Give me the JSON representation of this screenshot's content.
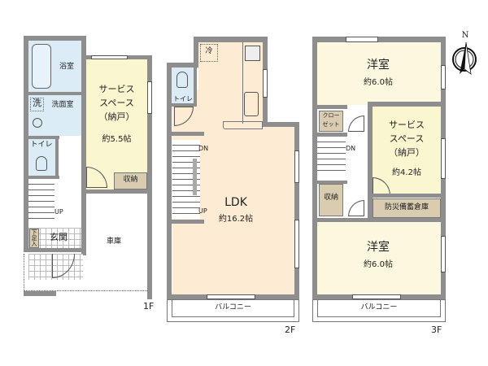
{
  "floors": {
    "f1": {
      "label": "1F",
      "rooms": {
        "bath": "浴室",
        "washroom": "洗面室",
        "washer": "洗",
        "toilet": "トイレ",
        "service_space_title": "サービス",
        "service_space_line2": "スペース",
        "service_space_line3": "（納戸）",
        "service_space_area": "約5.5帖",
        "storage": "収納",
        "entrance": "玄関",
        "shoe_box": "下足入",
        "garage": "車庫",
        "stairs_label": "UP"
      }
    },
    "f2": {
      "label": "2F",
      "rooms": {
        "toilet": "トイレ",
        "fridge": "冷",
        "ldk": "LDK",
        "ldk_area": "約16.2帖",
        "stairs_dn": "DN",
        "stairs_up": "UP",
        "balcony": "バルコニー"
      }
    },
    "f3": {
      "label": "3F",
      "rooms": {
        "western_room_top": "洋室",
        "western_room_top_area": "約6.0帖",
        "closet_line1": "クロー",
        "closet_line2": "ゼット",
        "service_space_title": "サービス",
        "service_space_line2": "スペース",
        "service_space_line3": "（納戸）",
        "service_space_area": "約4.2帖",
        "storage": "収納",
        "disaster_storage": "防災備蓄倉庫",
        "western_room_bottom": "洋室",
        "western_room_bottom_area": "約6.0帖",
        "stairs_dn": "DN",
        "balcony": "バルコニー"
      }
    }
  },
  "compass": {
    "north_label": "N"
  },
  "colors": {
    "wall": "#8e8e8e",
    "wet_area": "#dcecf7",
    "service_space": "#faf6cf",
    "ldk": "#fdebd3",
    "western_room": "#fcf8df",
    "storage": "#d9ccb0"
  }
}
